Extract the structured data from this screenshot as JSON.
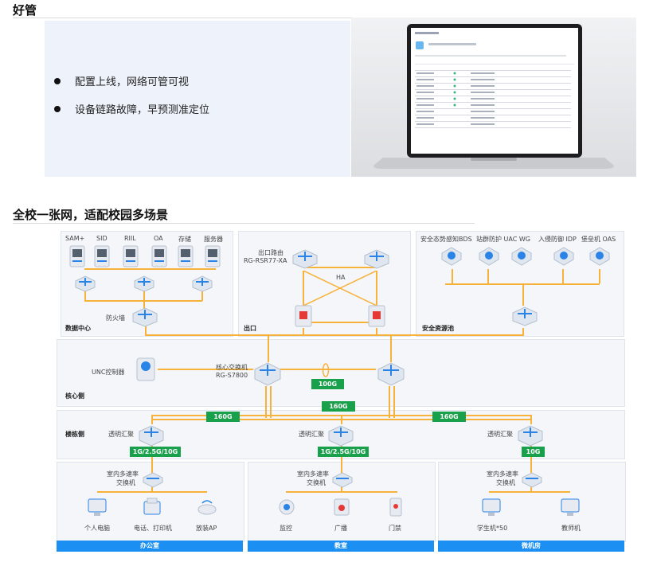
{
  "top": {
    "heading": "好管",
    "bullets": [
      "配置上线，网络可管可视",
      "设备链路故障，早预测准定位"
    ]
  },
  "diagram": {
    "heading": "全校一张网，适配校园多场景",
    "datacenter": {
      "zone": "数据中心",
      "servers": [
        "SAM+",
        "SID",
        "RIIL",
        "OA",
        "存储",
        "服务器"
      ],
      "firewall": "防火墙"
    },
    "exit": {
      "zone": "出口",
      "router_line1": "出口路由",
      "router_line2": "RG-RSR77-XA",
      "ha": "HA"
    },
    "security": {
      "zone": "安全资源池",
      "items": [
        "安全态势感知BDS",
        "站群防护 UAC WG",
        "入侵防御 IDP",
        "堡垒机 OAS"
      ]
    },
    "core": {
      "zone": "核心侧",
      "unc": "UNC控制器",
      "switch_line1": "核心交换机",
      "switch_line2": "RG-S7800",
      "link_100g": "100G",
      "link_160g_center": "160G"
    },
    "building": {
      "zone": "楼栋侧",
      "agg_label": "透明汇聚",
      "links": [
        "160G",
        "160G"
      ],
      "down_links": [
        "1G/2.5G/10G",
        "1G/2.5G/10G",
        "10G"
      ]
    },
    "access": {
      "switch_line1": "室内多速率",
      "switch_line2": "交换机",
      "office": {
        "bar": "办公室",
        "devices": [
          "个人电脑",
          "电话、打印机",
          "放装AP"
        ]
      },
      "classroom": {
        "bar": "教室",
        "devices": [
          "监控",
          "广播",
          "门禁"
        ]
      },
      "lab": {
        "bar": "微机房",
        "devices": [
          "学生机*50",
          "教师机"
        ]
      }
    }
  },
  "colors": {
    "link": "#f7b23b",
    "badge": "#18a04a",
    "bar": "#1b8ff2",
    "device": "#2a83e6"
  }
}
